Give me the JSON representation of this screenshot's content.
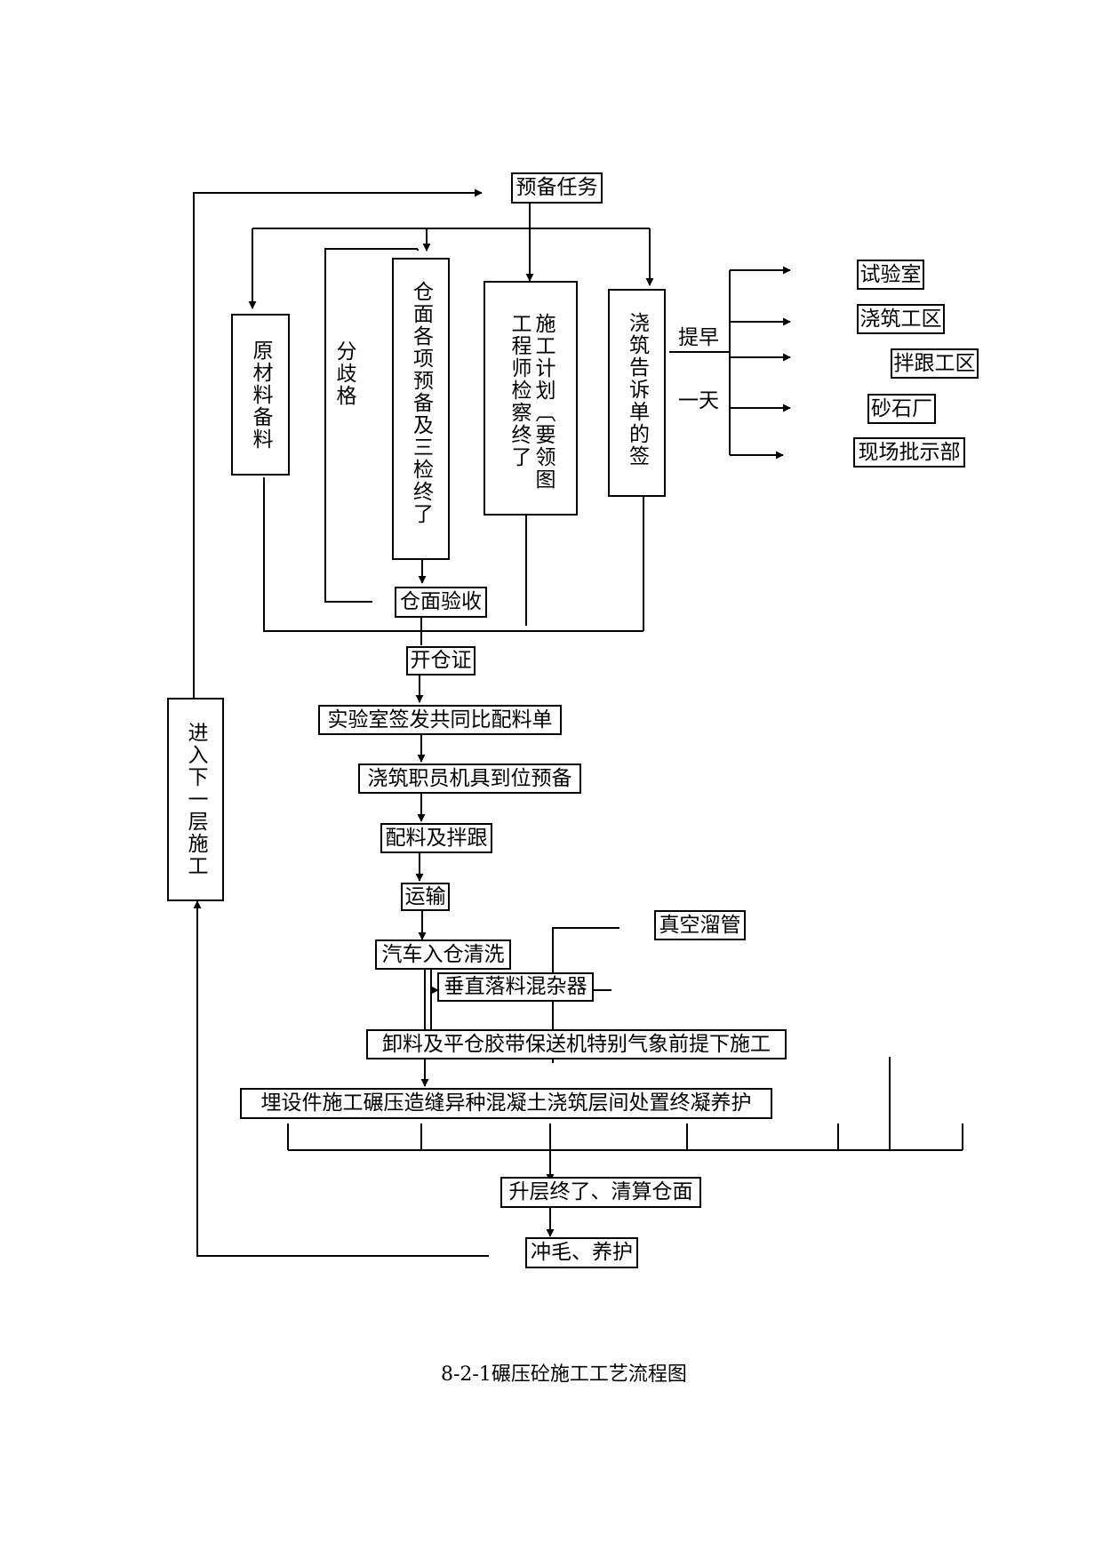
{
  "nodes": {
    "prepare_task": "预备任务",
    "raw_material": "原材料备料",
    "divergence": "分歧格",
    "bin_surface_prep": "仓面各项预备及三检终了",
    "engineer_plan_col1": "施工计划〔要领图",
    "engineer_plan_col2": "工程师检察终了",
    "pour_notice": "浇筑告诉单的签",
    "advance": "提早",
    "one_day": "一天",
    "lab": "试验室",
    "pour_area": "浇筑工区",
    "mix_area": "拌跟工区",
    "gravel_plant": "砂石厂",
    "site_command": "现场批示部",
    "bin_acceptance": "仓面验收",
    "open_permit": "开仓证",
    "lab_mix_sheet": "实验室签发共同比配料单",
    "staff_ready": "浇筑职员机具到位预备",
    "batch_mix": "配料及拌跟",
    "transport": "运输",
    "truck_wash": "汽车入仓清洗",
    "vacuum_chute": "真空溜管",
    "vertical_mixer": "垂直落料混杂器",
    "unload_spread": "卸料及平仓胶带保送机特别气象前提下施工",
    "embed_compact": "埋设件施工碾压造缝异种混凝土浇筑层间处置终凝养护",
    "layer_done": "升层终了、清算仓面",
    "flush_cure": "冲毛、养护",
    "next_layer": "进入下一层施工"
  },
  "caption": "8-2-1碾压砼施工工艺流程图"
}
